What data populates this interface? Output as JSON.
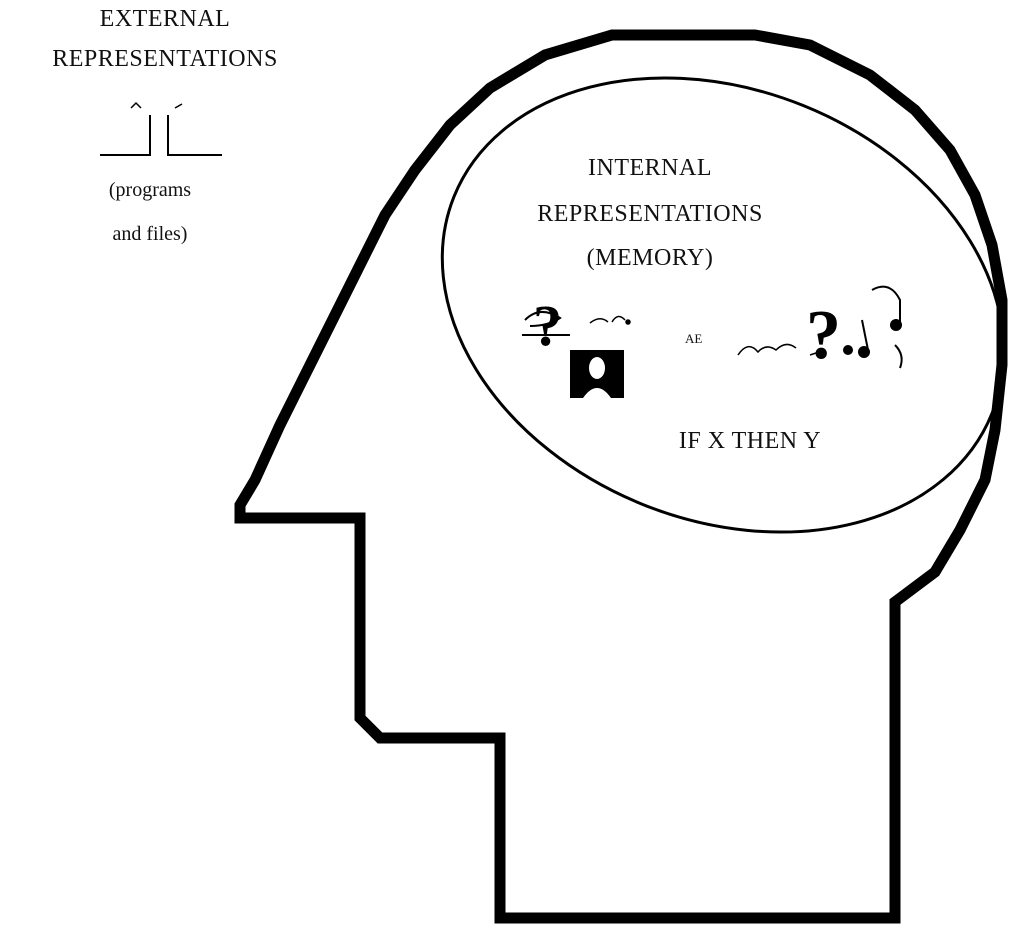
{
  "external": {
    "title_line1": "EXTERNAL",
    "title_line2": "REPRESENTATIONS",
    "caption_line1": "(programs",
    "caption_line2": "and files)"
  },
  "internal": {
    "title_line1": "INTERNAL",
    "title_line2": "REPRESENTATIONS",
    "title_line3": "(MEMORY)",
    "rule_text": "IF X THEN Y",
    "snippet_text": "AE"
  },
  "icons": [
    "head-outline",
    "memory-ellipse",
    "question-mark-icon",
    "portrait-icon",
    "music-notes-icon",
    "bracket-icon"
  ],
  "colors": {
    "line": "#000000",
    "background": "#ffffff"
  }
}
